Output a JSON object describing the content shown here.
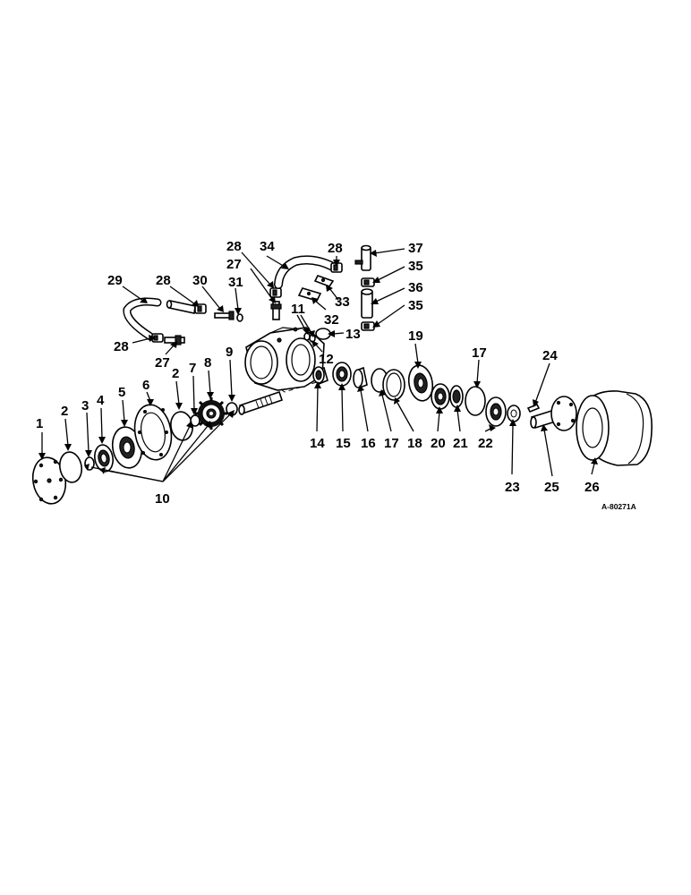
{
  "diagram": {
    "reference_code": "A-80271A",
    "callouts": [
      {
        "id": "c1",
        "label": "1"
      },
      {
        "id": "c2a",
        "label": "2"
      },
      {
        "id": "c3",
        "label": "3"
      },
      {
        "id": "c4",
        "label": "4"
      },
      {
        "id": "c5",
        "label": "5"
      },
      {
        "id": "c6",
        "label": "6"
      },
      {
        "id": "c2b",
        "label": "2"
      },
      {
        "id": "c7",
        "label": "7"
      },
      {
        "id": "c8",
        "label": "8"
      },
      {
        "id": "c9",
        "label": "9"
      },
      {
        "id": "c10",
        "label": "10"
      },
      {
        "id": "c11",
        "label": "11"
      },
      {
        "id": "c12",
        "label": "12"
      },
      {
        "id": "c13",
        "label": "13"
      },
      {
        "id": "c14",
        "label": "14"
      },
      {
        "id": "c15",
        "label": "15"
      },
      {
        "id": "c16",
        "label": "16"
      },
      {
        "id": "c17a",
        "label": "17"
      },
      {
        "id": "c18",
        "label": "18"
      },
      {
        "id": "c19",
        "label": "19"
      },
      {
        "id": "c20",
        "label": "20"
      },
      {
        "id": "c21",
        "label": "21"
      },
      {
        "id": "c17b",
        "label": "17"
      },
      {
        "id": "c22",
        "label": "22"
      },
      {
        "id": "c23",
        "label": "23"
      },
      {
        "id": "c24",
        "label": "24"
      },
      {
        "id": "c25",
        "label": "25"
      },
      {
        "id": "c26",
        "label": "26"
      },
      {
        "id": "c27a",
        "label": "27"
      },
      {
        "id": "c28a",
        "label": "28"
      },
      {
        "id": "c29",
        "label": "29"
      },
      {
        "id": "c28b",
        "label": "28"
      },
      {
        "id": "c30",
        "label": "30"
      },
      {
        "id": "c31",
        "label": "31"
      },
      {
        "id": "c27b",
        "label": "27"
      },
      {
        "id": "c28c",
        "label": "28"
      },
      {
        "id": "c34",
        "label": "34"
      },
      {
        "id": "c28d",
        "label": "28"
      },
      {
        "id": "c37",
        "label": "37"
      },
      {
        "id": "c35a",
        "label": "35"
      },
      {
        "id": "c33",
        "label": "33"
      },
      {
        "id": "c32",
        "label": "32"
      },
      {
        "id": "c36",
        "label": "36"
      },
      {
        "id": "c35b",
        "label": "35"
      }
    ]
  }
}
